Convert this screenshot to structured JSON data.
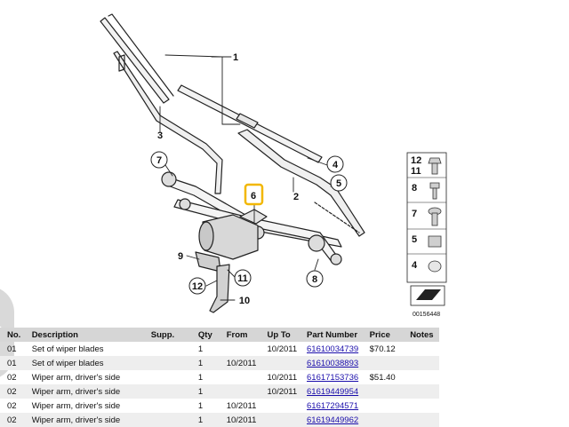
{
  "diagram": {
    "callouts": [
      "1",
      "2",
      "3",
      "4",
      "5",
      "6",
      "7",
      "8",
      "9",
      "10",
      "11",
      "12"
    ],
    "legend": [
      {
        "numbers": "12\n11",
        "label_a": "12",
        "label_b": "11"
      },
      {
        "label": "8"
      },
      {
        "label": "7"
      },
      {
        "label": "5"
      },
      {
        "label": "4"
      }
    ],
    "legend_labels": {
      "l12": "12",
      "l11": "11",
      "l8": "8",
      "l7": "7",
      "l5": "5",
      "l4": "4"
    },
    "ref_number": "00156448",
    "highlight_color": "#f2b700"
  },
  "table": {
    "headers": {
      "no": "No.",
      "description": "Description",
      "supp": "Supp.",
      "qty": "Qty",
      "from": "From",
      "upto": "Up To",
      "part_number": "Part Number",
      "price": "Price",
      "notes": "Notes"
    },
    "rows": [
      {
        "no": "01",
        "description": "Set of wiper blades",
        "supp": "",
        "qty": "1",
        "from": "",
        "upto": "10/2011",
        "part_number": "61610034739",
        "price": "$70.12",
        "notes": ""
      },
      {
        "no": "01",
        "description": "Set of wiper blades",
        "supp": "",
        "qty": "1",
        "from": "10/2011",
        "upto": "",
        "part_number": "61610038893",
        "price": "",
        "notes": ""
      },
      {
        "no": "02",
        "description": "Wiper arm, driver's side",
        "supp": "",
        "qty": "1",
        "from": "",
        "upto": "10/2011",
        "part_number": "61617153736",
        "price": "$51.40",
        "notes": ""
      },
      {
        "no": "02",
        "description": "Wiper arm, driver's side",
        "supp": "",
        "qty": "1",
        "from": "",
        "upto": "10/2011",
        "part_number": "61619449954",
        "price": "",
        "notes": ""
      },
      {
        "no": "02",
        "description": "Wiper arm, driver's side",
        "supp": "",
        "qty": "1",
        "from": "10/2011",
        "upto": "",
        "part_number": "61617294571",
        "price": "",
        "notes": ""
      },
      {
        "no": "02",
        "description": "Wiper arm, driver's side",
        "supp": "",
        "qty": "1",
        "from": "10/2011",
        "upto": "",
        "part_number": "61619449962",
        "price": "",
        "notes": ""
      }
    ]
  }
}
